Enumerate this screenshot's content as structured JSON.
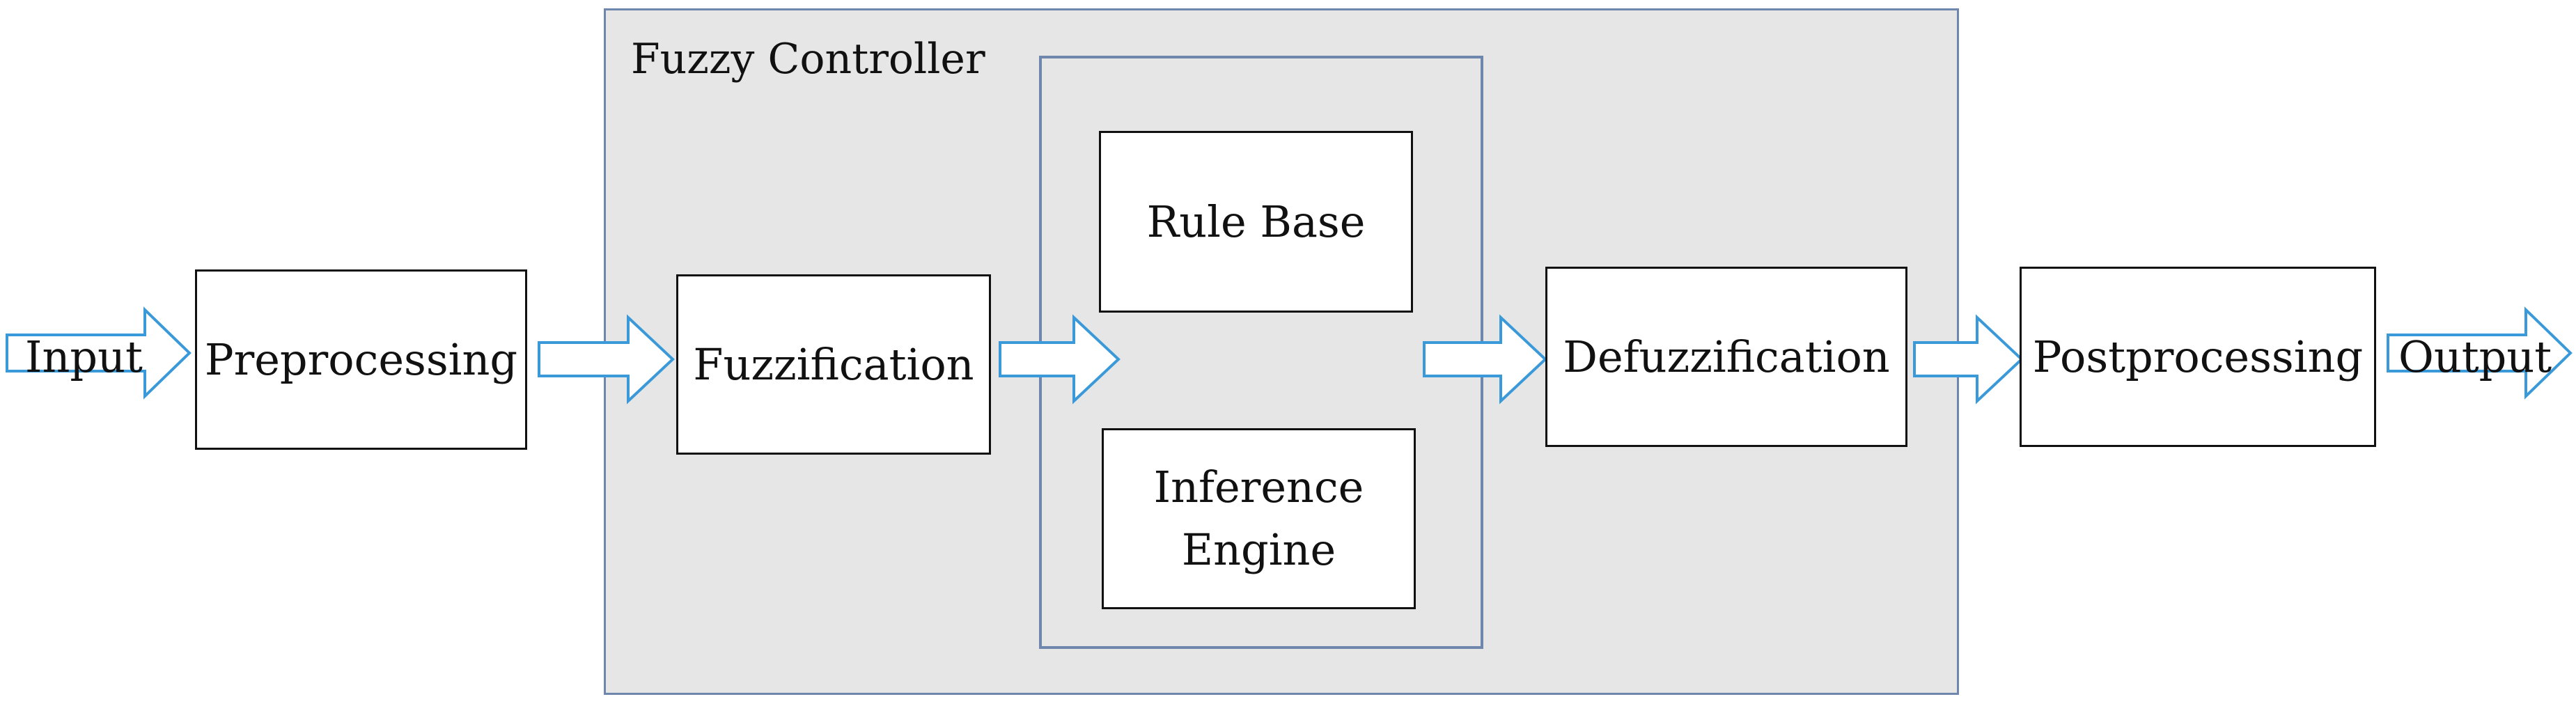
{
  "diagram": {
    "input_label": "Input",
    "output_label": "Output",
    "fuzzy_controller_label": "Fuzzy Controller",
    "blocks": {
      "preprocessing": "Preprocessing",
      "fuzzification": "Fuzzification",
      "rule_base": "Rule Base",
      "inference_engine": "Inference\nEngine",
      "defuzzification": "Defuzzification",
      "postprocessing": "Postprocessing"
    },
    "colors": {
      "container_fill": "#e6e6e6",
      "container_border": "#6f86ad",
      "arrow_stroke": "#3a9ad9",
      "box_border": "#111111"
    }
  }
}
